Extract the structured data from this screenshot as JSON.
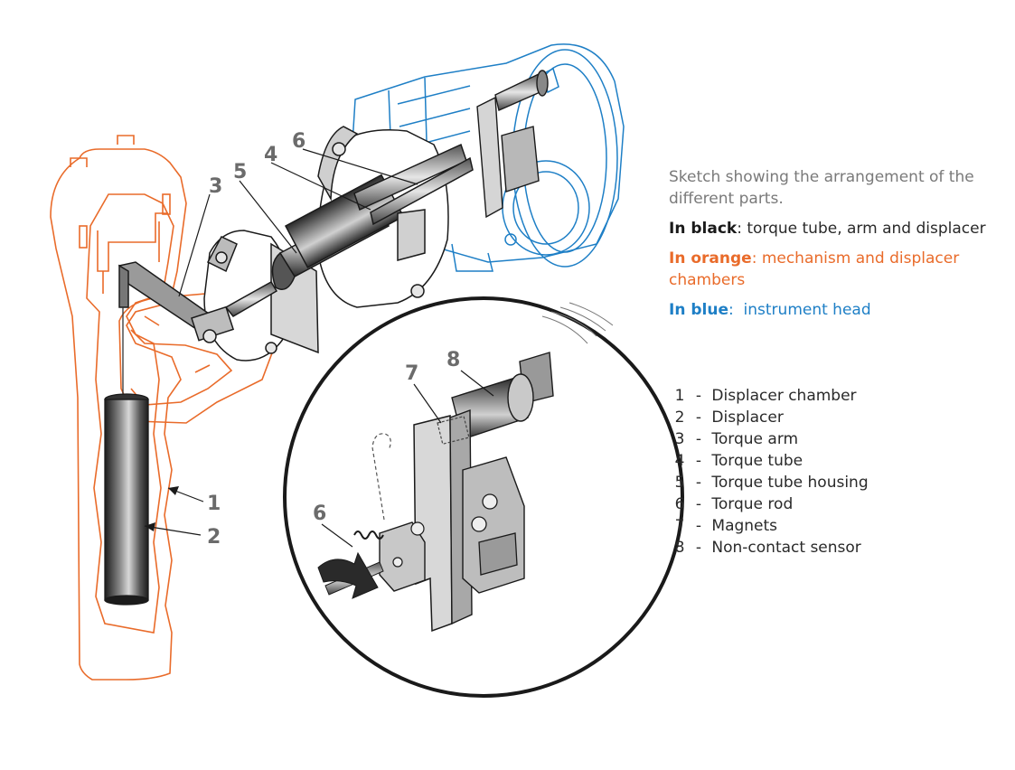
{
  "colors": {
    "black_parts": "#1a1a1a",
    "orange_parts": "#e96b2a",
    "blue_parts": "#1e7fc6",
    "callout_text": "#6b6b6b",
    "intro_text": "#7a7a7a"
  },
  "legend": {
    "intro": "Sketch showing the arrangement of the different parts.",
    "black_key": "In black",
    "black_desc": ": torque tube, arm and displacer",
    "orange_key": "In orange",
    "orange_desc": ": mechanism and displacer chambers",
    "blue_key": "In blue",
    "blue_sep": ":",
    "blue_desc": "instrument head"
  },
  "parts": [
    {
      "num": "1",
      "name": "Displacer chamber"
    },
    {
      "num": "2",
      "name": "Displacer"
    },
    {
      "num": "3",
      "name": "Torque arm"
    },
    {
      "num": "4",
      "name": "Torque tube"
    },
    {
      "num": "5",
      "name": "Torque tube housing"
    },
    {
      "num": "6",
      "name": "Torque rod"
    },
    {
      "num": "7",
      "name": "Magnets"
    },
    {
      "num": "8",
      "name": "Non-contact sensor"
    }
  ],
  "diagram_labels": {
    "l1": "1",
    "l2": "2",
    "l3": "3",
    "l4": "4",
    "l5": "5",
    "l6": "6",
    "d6": "6",
    "d7": "7",
    "d8": "8"
  },
  "icons": {
    "rotation_arrow": "curved-arrow-icon"
  }
}
